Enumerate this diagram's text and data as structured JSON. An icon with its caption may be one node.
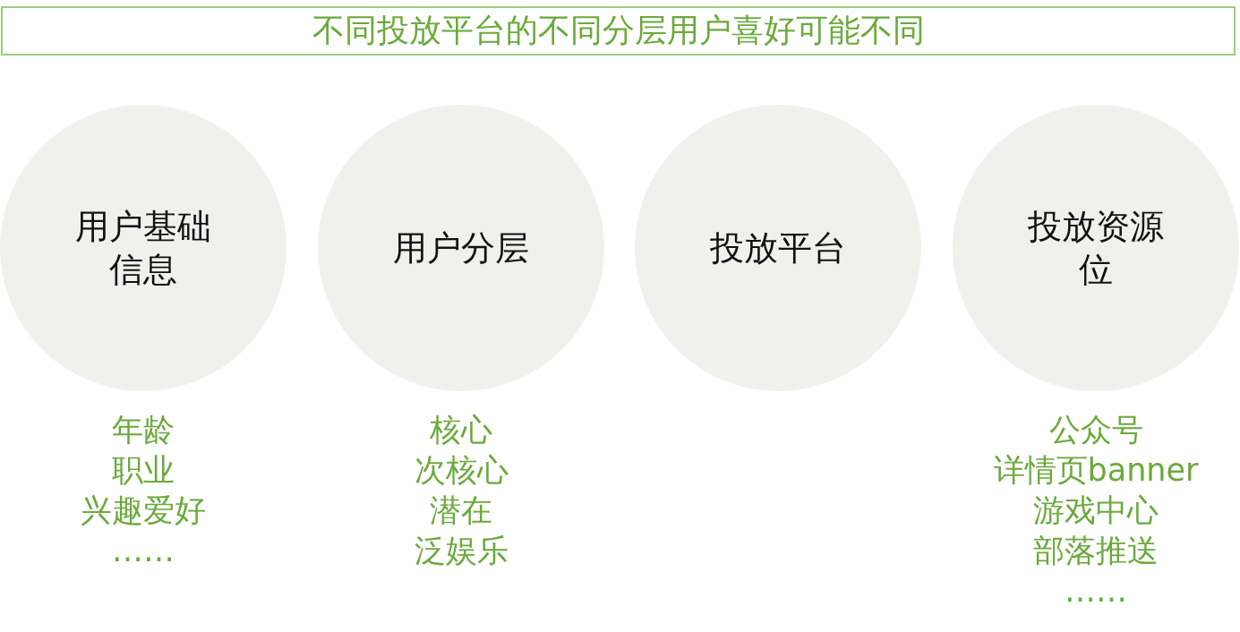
{
  "diagram": {
    "nodes": [
      {
        "text": [
          "不同投放平台的不同分层用户喜好可能不同"
        ]
      },
      {
        "text": [
          "用户基础信息"
        ],
        "beside": [
          "年龄",
          "职业",
          "兴趣爱好",
          "……"
        ]
      },
      {
        "text": [
          "用户分层"
        ],
        "beside": [
          "核心",
          "次核心",
          "潜在",
          "泛娱乐"
        ]
      },
      {
        "text": [
          "投放平台"
        ]
      },
      {
        "text": [
          "投放资源位"
        ],
        "beside": [
          "公众号",
          "详情页banner",
          "游戏中心",
          "部落推送",
          "……"
        ]
      }
    ]
  }
}
